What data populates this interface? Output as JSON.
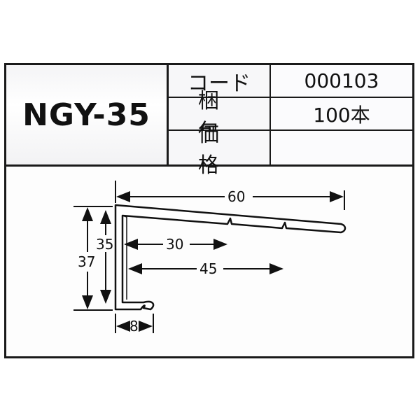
{
  "header": {
    "model_name": "NGY-35"
  },
  "specs": [
    {
      "label": "コード",
      "value": "000103"
    },
    {
      "label": "梱包",
      "value": "100本"
    },
    {
      "label": "価格",
      "value": ""
    }
  ],
  "dimensions": {
    "width_total": "60",
    "inner_30": "30",
    "inner_45": "45",
    "height_35": "35",
    "height_37": "37",
    "lip_8": "8"
  }
}
